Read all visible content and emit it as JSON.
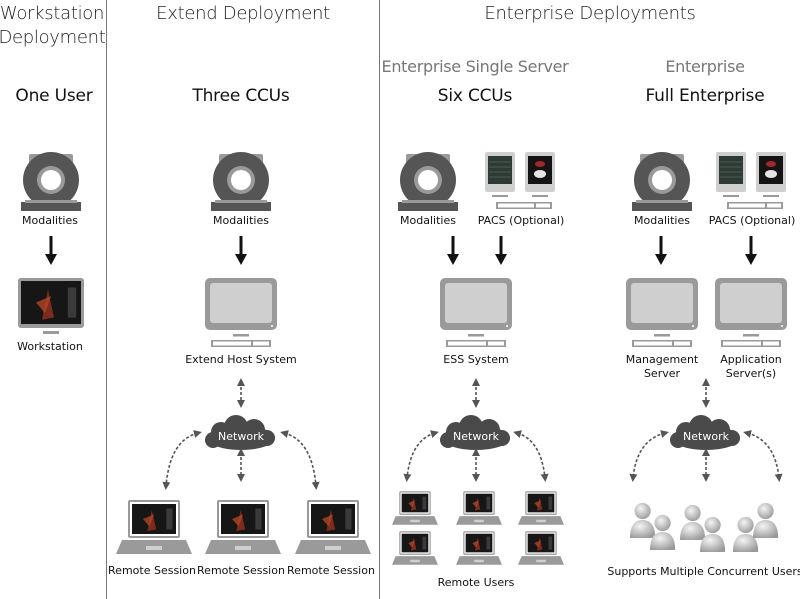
{
  "columns": {
    "workstation": {
      "title_line1": "Workstation",
      "title_line2": "Deployment",
      "subtitle": "One User",
      "modalities_label": "Modalities",
      "workstation_label": "Workstation"
    },
    "extend": {
      "title": "Extend Deployment",
      "subtitle": "Three CCUs",
      "modalities_label": "Modalities",
      "host_label": "Extend Host System",
      "network_label": "Network",
      "remote_labels": [
        "Remote Session",
        "Remote Session",
        "Remote Session"
      ]
    },
    "enterprise": {
      "title": "Enterprise Deployments",
      "single_server": {
        "category": "Enterprise Single Server",
        "subtitle": "Six CCUs",
        "modalities_label": "Modalities",
        "pacs_label": "PACS (Optional)",
        "system_label": "ESS System",
        "network_label": "Network",
        "remote_label": "Remote Users"
      },
      "full": {
        "category": "Enterprise",
        "subtitle": "Full Enterprise",
        "modalities_label": "Modalities",
        "pacs_label": "PACS (Optional)",
        "management_label_line1": "Management",
        "management_label_line2": "Server",
        "application_label_line1": "Application",
        "application_label_line2": "Server(s)",
        "network_label": "Network",
        "users_label": "Supports Multiple Concurrent Users"
      }
    }
  },
  "colors": {
    "divider": "#777777",
    "icon_dark": "#555555",
    "icon_mid": "#9a9a9a",
    "icon_light": "#cfcfcf",
    "cloud": "#4a4a4a",
    "arrow": "#111111",
    "dashed_arrow": "#555555"
  }
}
